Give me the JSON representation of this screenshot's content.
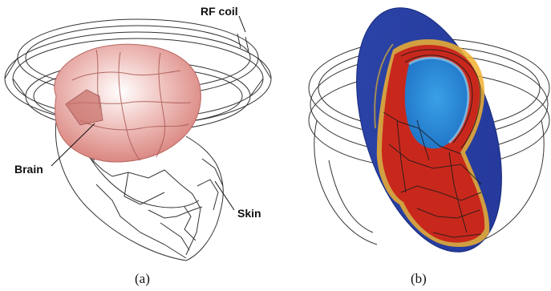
{
  "panel_a": {
    "labels": {
      "rf_coil": "RF coil",
      "brain": "Brain",
      "skin": "Skin"
    },
    "caption": "(a)"
  },
  "panel_b": {
    "caption": "(b)"
  },
  "colors": {
    "wire": "#333333",
    "brain_fill": "#e8a39d",
    "field_high": "#c8281c",
    "field_mid": "#f0c020",
    "field_low": "#2a78c8",
    "field_background": "#2c44a8"
  }
}
